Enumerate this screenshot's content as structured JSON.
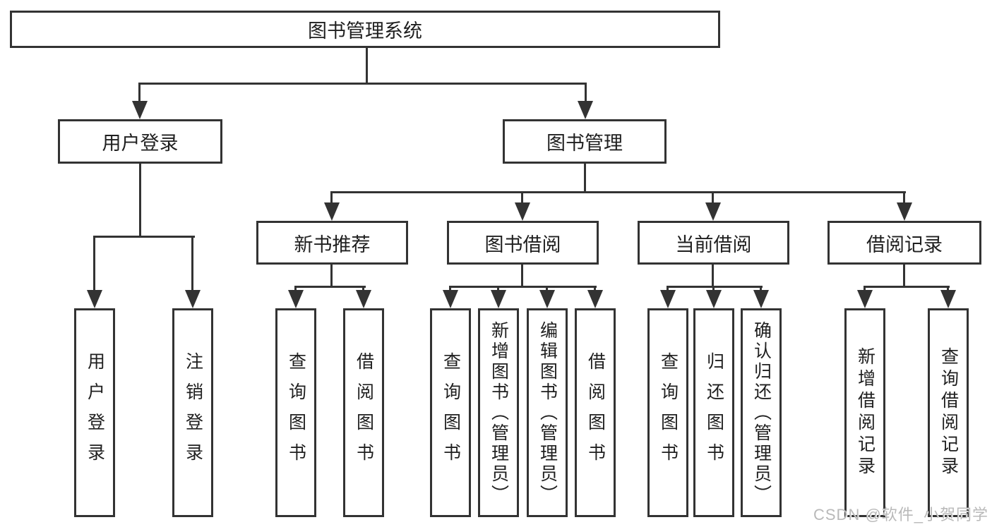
{
  "diagram_title": "图书管理系统",
  "colors": {
    "line": "#333333",
    "text": "#1f1f1f",
    "background": "#ffffff",
    "watermark": "#b9b9b9"
  },
  "tree": {
    "root": {
      "label": "图书管理系统",
      "children": [
        {
          "label": "用户登录",
          "children": [
            {
              "label": "用户登录"
            },
            {
              "label": "注销登录"
            }
          ]
        },
        {
          "label": "图书管理",
          "children": [
            {
              "label": "新书推荐",
              "children": [
                {
                  "label": "查询图书"
                },
                {
                  "label": "借阅图书"
                }
              ]
            },
            {
              "label": "图书借阅",
              "children": [
                {
                  "label": "查询图书"
                },
                {
                  "label": "新增图书（管理员）"
                },
                {
                  "label": "编辑图书（管理员）"
                },
                {
                  "label": "借阅图书"
                }
              ]
            },
            {
              "label": "当前借阅",
              "children": [
                {
                  "label": "查询图书"
                },
                {
                  "label": "归还图书"
                },
                {
                  "label": "确认归还（管理员）"
                }
              ]
            },
            {
              "label": "借阅记录",
              "children": [
                {
                  "label": "新增借阅记录"
                },
                {
                  "label": "查询借阅记录"
                }
              ]
            }
          ]
        }
      ]
    }
  },
  "watermark": {
    "text": "CSDN @软件_小贺同学"
  }
}
